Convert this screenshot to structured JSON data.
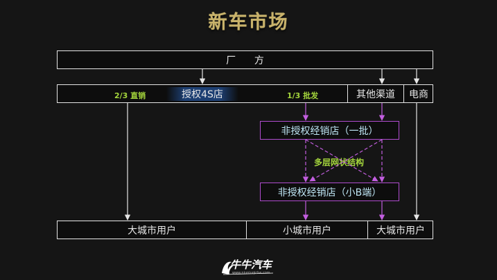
{
  "title": "新车市场",
  "manufacturer": "厂      方",
  "channels": {
    "authorized": "授权4S店",
    "other": "其他渠道",
    "ecommerce": "电商"
  },
  "labels": {
    "direct_sales": "2/3 直销",
    "wholesale": "1/3 批发",
    "mesh": "多层网状结构"
  },
  "dealers": {
    "first_tier": "非授权经销店（一批）",
    "small_b": "非授权经销店（小B端）"
  },
  "users": {
    "big_city_left": "大城市用户",
    "small_city": "小城市用户",
    "big_city_right": "大城市用户"
  },
  "logo": {
    "text": "牛牛汽车",
    "url": "www.niuniuqiche.com"
  },
  "colors": {
    "title": "#c9b36b",
    "green_label": "#a4d53c",
    "purple": "#b04ccf",
    "line": "#e6e6e6"
  }
}
